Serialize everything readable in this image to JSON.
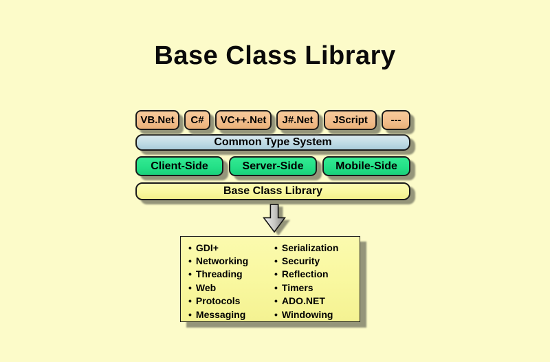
{
  "title": "Base Class Library",
  "bullet": "•",
  "languages": [
    {
      "label": "VB.Net"
    },
    {
      "label": "C#"
    },
    {
      "label": "VC++.Net"
    },
    {
      "label": "J#.Net"
    },
    {
      "label": "JScript"
    },
    {
      "label": "---"
    }
  ],
  "common_type_system": {
    "label": "Common Type System"
  },
  "application_sides": [
    {
      "label": "Client-Side"
    },
    {
      "label": "Server-Side"
    },
    {
      "label": "Mobile-Side"
    }
  ],
  "base_class_library_bar": {
    "label": "Base Class Library"
  },
  "features": {
    "left": [
      "GDI+",
      "Networking",
      "Threading",
      "Web",
      "Protocols",
      "Messaging"
    ],
    "right": [
      "Serialization",
      "Security",
      "Reflection",
      "Timers",
      "ADO.NET",
      "Windowing"
    ]
  },
  "colors": {
    "background": "#FCFBC9",
    "language_box": "#F2BE8D",
    "cts_bar": "#BFDBE5",
    "side_box": "#23DF86",
    "yellow_panel": "#F9F8A0",
    "shadow": "#95957A",
    "border": "#1A1A1A"
  }
}
